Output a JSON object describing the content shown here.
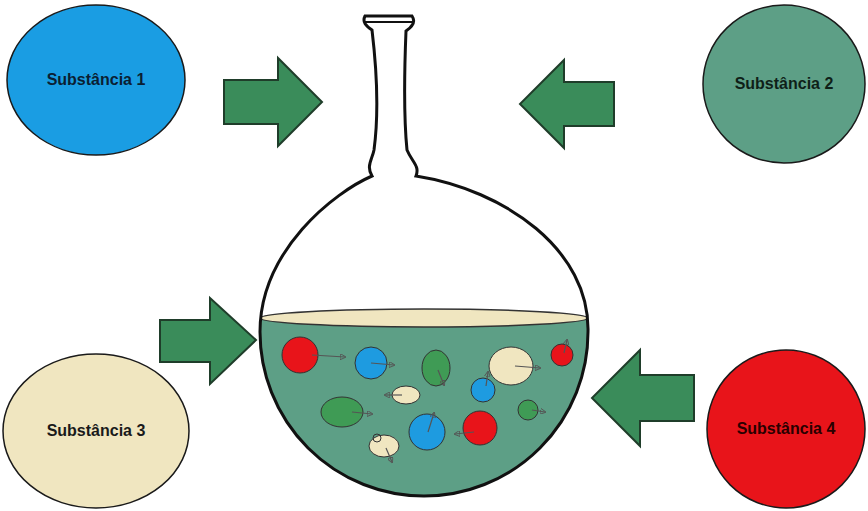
{
  "diagram": {
    "nodes": [
      {
        "text": [
          "Substância 1"
        ]
      },
      {
        "text": [
          "Substância 2"
        ]
      },
      {
        "text": [
          "Substância 3"
        ]
      },
      {
        "text": [
          "Substância 4"
        ]
      }
    ]
  }
}
